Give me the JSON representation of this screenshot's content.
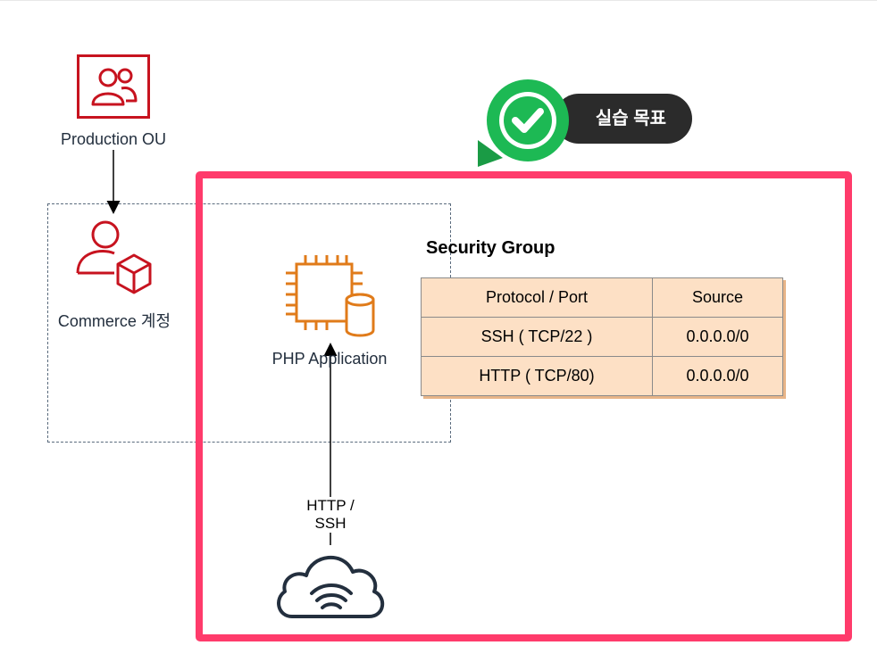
{
  "diagram": {
    "nodes": {
      "production_ou": {
        "label": "Production OU",
        "icon": "organization-users-icon"
      },
      "commerce_account": {
        "label": "Commerce 계정",
        "icon": "account-user-box-icon"
      },
      "php_app": {
        "label": "PHP Application",
        "icon": "ec2-instance-icon"
      },
      "internet": {
        "icon": "internet-cloud-icon"
      }
    },
    "badge": {
      "label": "실습 목표",
      "icon": "check-circle-icon"
    },
    "security_group": {
      "title": "Security Group",
      "headers": [
        "Protocol / Port",
        "Source"
      ],
      "rows": [
        [
          "SSH ( TCP/22 )",
          "0.0.0.0/0"
        ],
        [
          "HTTP ( TCP/80)",
          "0.0.0.0/0"
        ]
      ]
    },
    "edges": [
      {
        "from": "production_ou",
        "to": "commerce_account",
        "label": ""
      },
      {
        "from": "internet",
        "to": "php_app",
        "label_line1": "HTTP /",
        "label_line2": "SSH"
      }
    ],
    "colors": {
      "aws_red": "#c7131f",
      "ec2_orange": "#e07b1a",
      "goal_border": "#ff3b6b",
      "badge_green": "#1db954",
      "table_fill": "#fde0c5",
      "dark": "#232f3e"
    }
  }
}
